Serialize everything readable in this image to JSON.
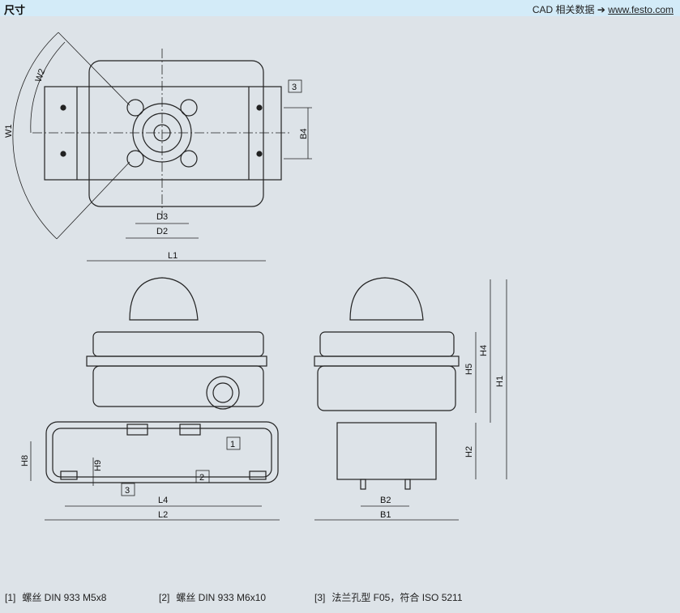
{
  "header": {
    "title": "尺寸",
    "cad_label": "CAD 相关数据 ➔",
    "cad_link": "www.festo.com"
  },
  "colors": {
    "header_bg": "#d3ebf8",
    "body_bg": "#dde3e8"
  },
  "dims": {
    "W1": "W1",
    "W2": "W2",
    "B4": "B4",
    "D3": "D3",
    "D2": "D2",
    "L1": "L1",
    "H4": "H4",
    "H5": "H5",
    "H1": "H1",
    "H2": "H2",
    "H8": "H8",
    "H9": "H9",
    "L4": "L4",
    "L2": "L2",
    "B2": "B2",
    "B1": "B1",
    "c1": "1",
    "c2": "2",
    "c3a": "3",
    "c3b": "3"
  },
  "footnotes": [
    {
      "num": "[1]",
      "text": "螺丝 DIN 933 M5x8"
    },
    {
      "num": "[2]",
      "text": "螺丝 DIN 933 M6x10"
    },
    {
      "num": "[3]",
      "text": "法兰孔型 F05，符合 ISO 5211"
    }
  ]
}
